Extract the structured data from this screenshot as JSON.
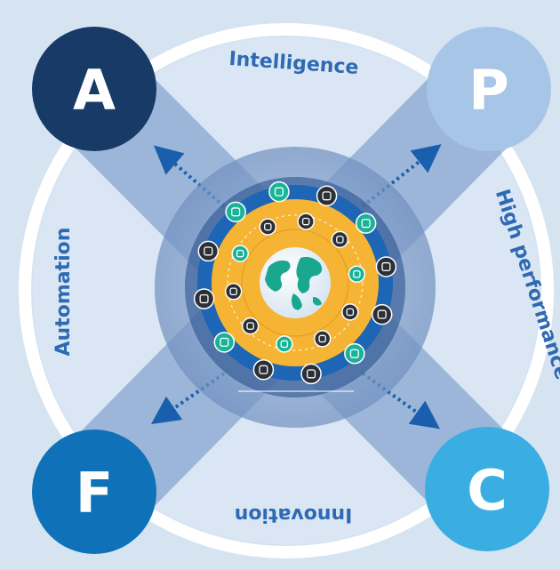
{
  "labels": {
    "top": "Intelligence",
    "right": "High performance",
    "bottom": "Innovation",
    "left": "Automation"
  },
  "nodes": [
    {
      "letter": "A",
      "color": "#173a66"
    },
    {
      "letter": "P",
      "color": "#a7c5e6"
    },
    {
      "letter": "F",
      "color": "#0f72b8"
    },
    {
      "letter": "C",
      "color": "#3aaee2"
    }
  ],
  "icons": [
    "person-icon",
    "lightbulb-icon",
    "location-pin-icon",
    "chat-icon",
    "monitor-icon",
    "link-icon",
    "gear-icon",
    "tablet-icon",
    "laptop-icon",
    "home-icon",
    "megaphone-icon",
    "group-icon",
    "document-icon",
    "mail-icon",
    "music-icon",
    "play-icon",
    "briefcase-icon",
    "headphones-icon",
    "rocket-icon",
    "star-icon",
    "chart-icon",
    "cloud-icon"
  ],
  "colors": {
    "background": "#d6e4f2",
    "ring": "#ffffff",
    "band": "#7f9fcb",
    "orange": "#f5b433",
    "blue": "#1d65b5",
    "teal": "#1ab398"
  }
}
